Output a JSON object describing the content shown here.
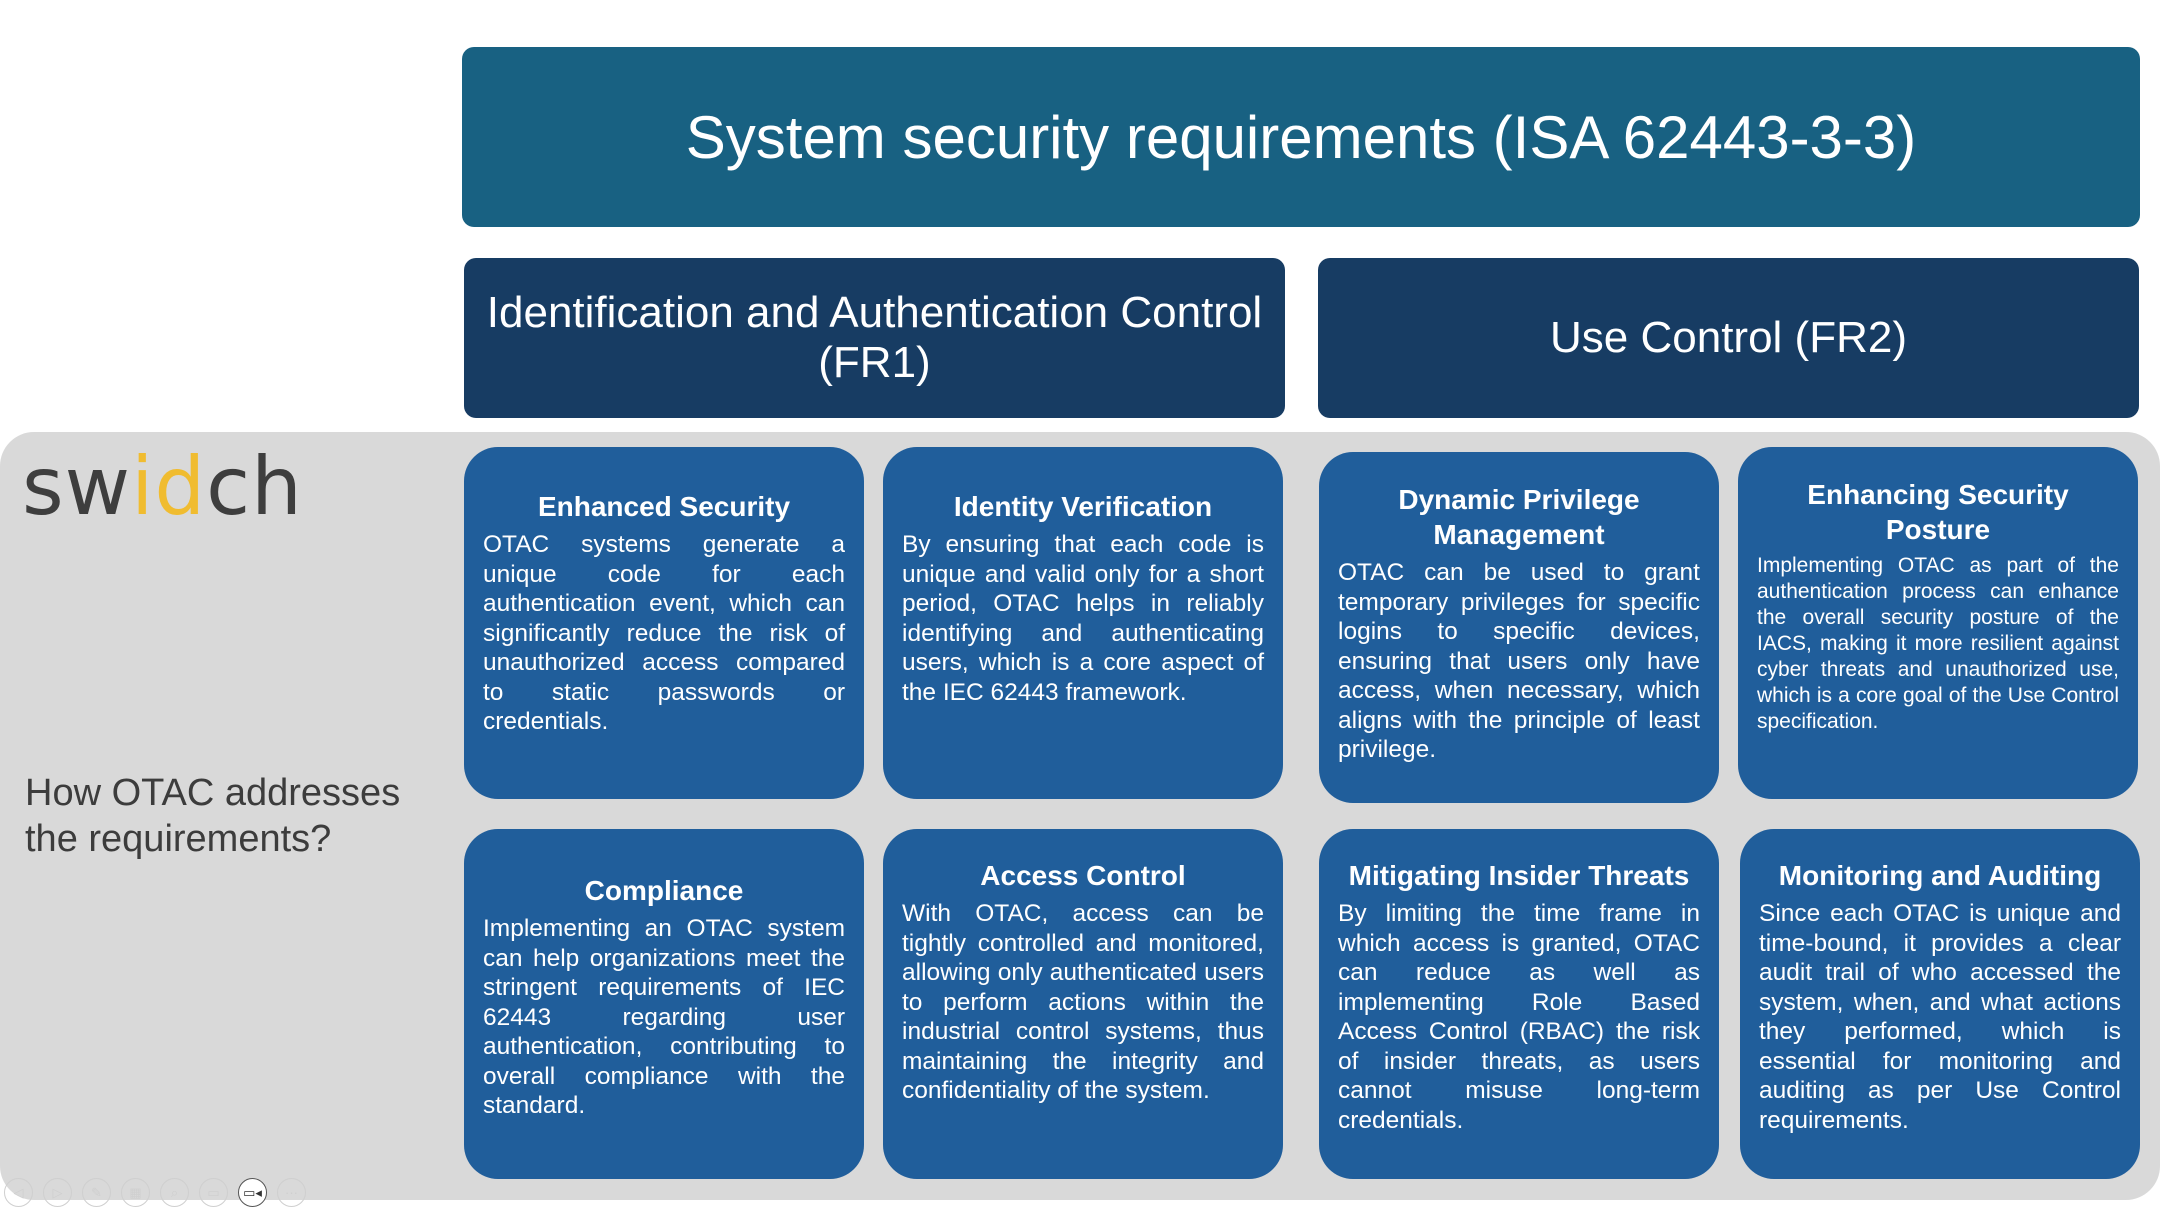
{
  "title": "System security requirements (ISA 62443-3-3)",
  "categories": {
    "fr1": "Identification and Authentication Control (FR1)",
    "fr2": "Use Control (FR2)"
  },
  "logo": {
    "pre": "sw",
    "id": "id",
    "post": "ch"
  },
  "question": "How OTAC addresses the requirements?",
  "cards": [
    {
      "title": "Enhanced Security",
      "body": "OTAC systems generate a unique code for each authentication event, which can significantly reduce the risk of unauthorized access compared to static passwords or credentials."
    },
    {
      "title": "Identity Verification",
      "body": "By ensuring that each code is unique and valid only for a short period, OTAC helps in reliably identifying and authenticating users, which is a core aspect of the IEC 62443 framework."
    },
    {
      "title": "Dynamic Privilege Management",
      "body": "OTAC can be used to grant temporary privileges for specific logins to specific devices, ensuring that users only have access, when necessary, which aligns with the principle of least privilege."
    },
    {
      "title": "Enhancing Security Posture",
      "body": "Implementing OTAC as part of the authentication process can enhance the overall security posture of the IACS, making it more resilient against cyber threats and unauthorized use, which is a core goal of the Use Control specification."
    },
    {
      "title": "Compliance",
      "body": "Implementing an OTAC system can help organizations meet the stringent requirements of IEC 62443 regarding user authentication, contributing to overall compliance with the standard."
    },
    {
      "title": "Access Control",
      "body": "With OTAC, access can be tightly controlled and monitored, allowing only authenticated users to perform actions within the industrial control systems, thus maintaining the integrity and confidentiality of the system."
    },
    {
      "title": "Mitigating Insider Threats",
      "body": "By limiting the time frame in which access is granted, OTAC can reduce as well as implementing Role Based Access Control (RBAC) the risk of insider threats, as users cannot misuse long-term credentials."
    },
    {
      "title": "Monitoring and Auditing",
      "body": "Since each OTAC is unique and time-bound, it provides a clear audit trail of who accessed the system, when, and what actions they performed, which is essential for monitoring and auditing as per Use Control requirements."
    }
  ],
  "toolbar": [
    {
      "name": "previous-slide",
      "glyph": "◁"
    },
    {
      "name": "next-slide",
      "glyph": "▷"
    },
    {
      "name": "pen",
      "glyph": "✎"
    },
    {
      "name": "see-all-slides",
      "glyph": "▦"
    },
    {
      "name": "zoom",
      "glyph": "⌕"
    },
    {
      "name": "subtitles",
      "glyph": "▭"
    },
    {
      "name": "camera",
      "glyph": "▭◂"
    },
    {
      "name": "more-options",
      "glyph": "···"
    }
  ]
}
